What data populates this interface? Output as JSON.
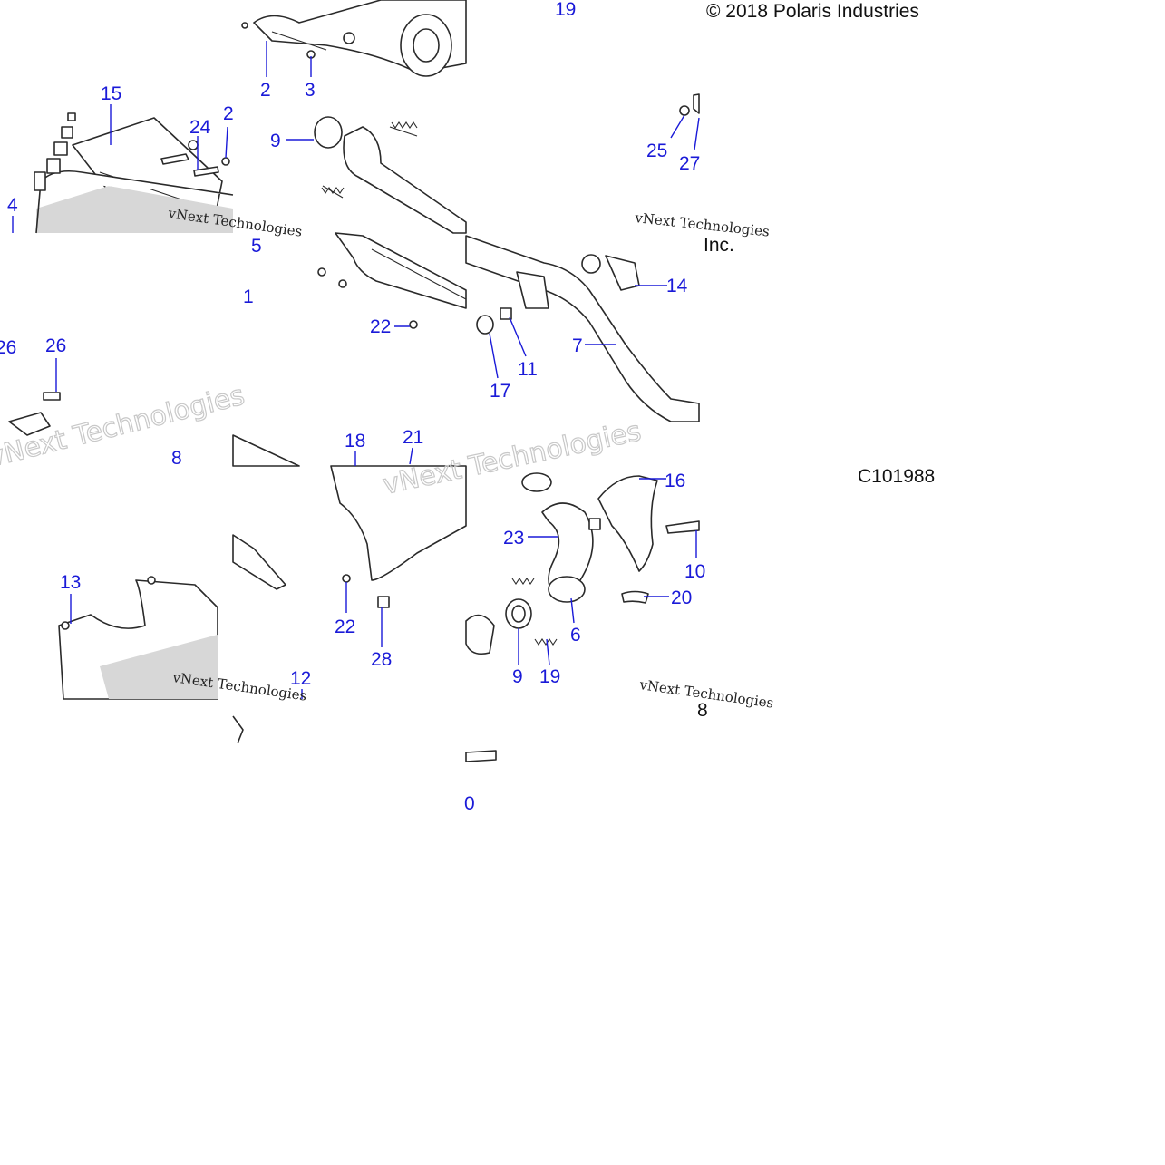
{
  "copyright": "© 2018 Polaris Industries",
  "copyright_tail": "Inc.",
  "diagram_code": "C101988",
  "watermark": {
    "brand": "vNext Technologies",
    "logo_letters": "vNext Technologies"
  },
  "callouts": [
    "19",
    "2",
    "3",
    "15",
    "24",
    "2",
    "4",
    "9",
    "25",
    "27",
    "5",
    "1",
    "14",
    "22",
    "26",
    "26",
    "11",
    "7",
    "17",
    "8",
    "18",
    "21",
    "16",
    "23",
    "10",
    "13",
    "20",
    "6",
    "22",
    "28",
    "9",
    "19",
    "12",
    "8",
    "0"
  ],
  "colors": {
    "callout": "#1a1ad8",
    "line": "#2a2a2a",
    "shade": "#d7d7d7"
  }
}
